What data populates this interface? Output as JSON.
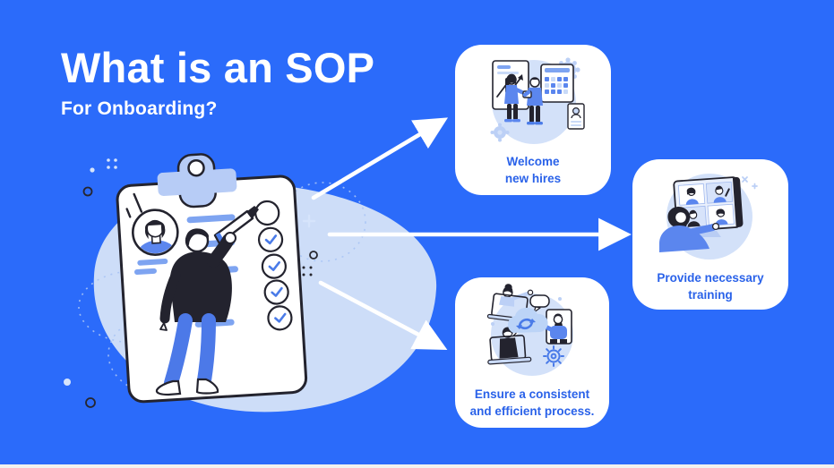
{
  "header": {
    "title": "What is an SOP",
    "subtitle": "For Onboarding?"
  },
  "cards": [
    {
      "id": "welcome-new-hires",
      "line1": "Welcome",
      "line2": "new hires",
      "illustration": "colleagues-handshake-boards"
    },
    {
      "id": "provide-necessary-training",
      "line1": "Provide necessary",
      "line2": "training",
      "illustration": "video-call-training-screen"
    },
    {
      "id": "consistent-process",
      "line1": "Ensure a consistent",
      "line2": "and efficient process.",
      "illustration": "cloud-sync-team-laptops"
    }
  ],
  "main_illustration": "person-checking-items-on-clipboard-checklist",
  "icons": [
    "clipboard-icon",
    "avatar-icon",
    "checkmark-circle-icon",
    "pen-icon",
    "gear-icon",
    "chart-board-icon",
    "calendar-board-icon",
    "profile-card-icon",
    "video-tiles-icon",
    "cloud-sync-icon",
    "speech-bubble-icon",
    "sparkle-icon"
  ],
  "colors": {
    "background": "#2B6BFA",
    "card_bg": "#FFFFFF",
    "title_text": "#FFFFFF",
    "label_text": "#2A62E9",
    "arrow": "#FFFFFF",
    "art_light_blue": "#D3E1F9",
    "art_mid_blue": "#5B86EE",
    "art_outline": "#23232E",
    "bottom_strip": "#F2F2EF"
  }
}
